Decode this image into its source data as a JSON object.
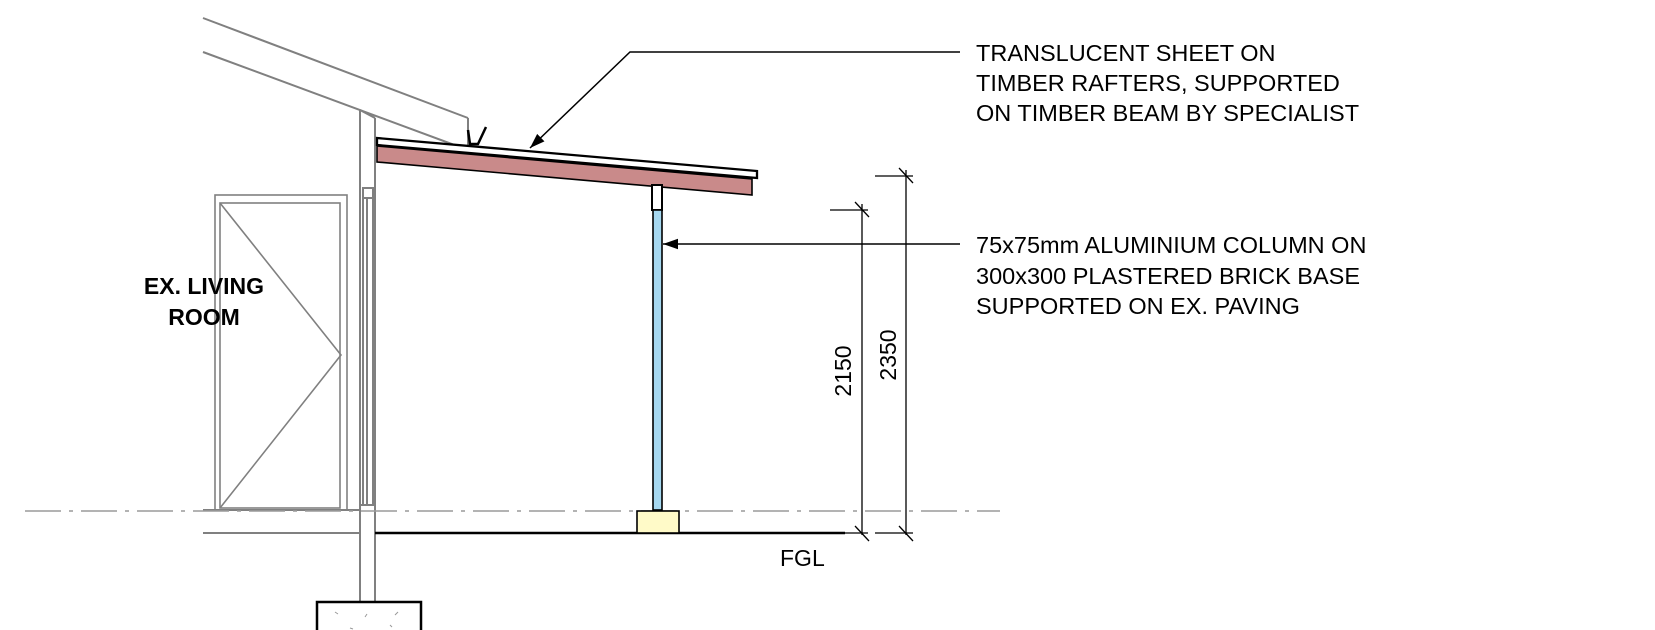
{
  "notes": {
    "roof": [
      "TRANSLUCENT SHEET ON",
      "TIMBER RAFTERS, SUPPORTED",
      "ON TIMBER BEAM BY SPECIALIST"
    ],
    "column": [
      "75x75mm ALUMINIUM COLUMN ON",
      "300x300 PLASTERED BRICK BASE",
      "SUPPORTED ON EX. PAVING"
    ]
  },
  "room_label": [
    "EX. LIVING",
    "ROOM"
  ],
  "dimensions": {
    "inner": "2150",
    "outer": "2350"
  },
  "ground_label": "FGL",
  "colors": {
    "roof_beam": "#c98a8a",
    "column": "#a6d8f0",
    "base": "#fffac8",
    "line": "#000000",
    "existing": "#808080"
  }
}
